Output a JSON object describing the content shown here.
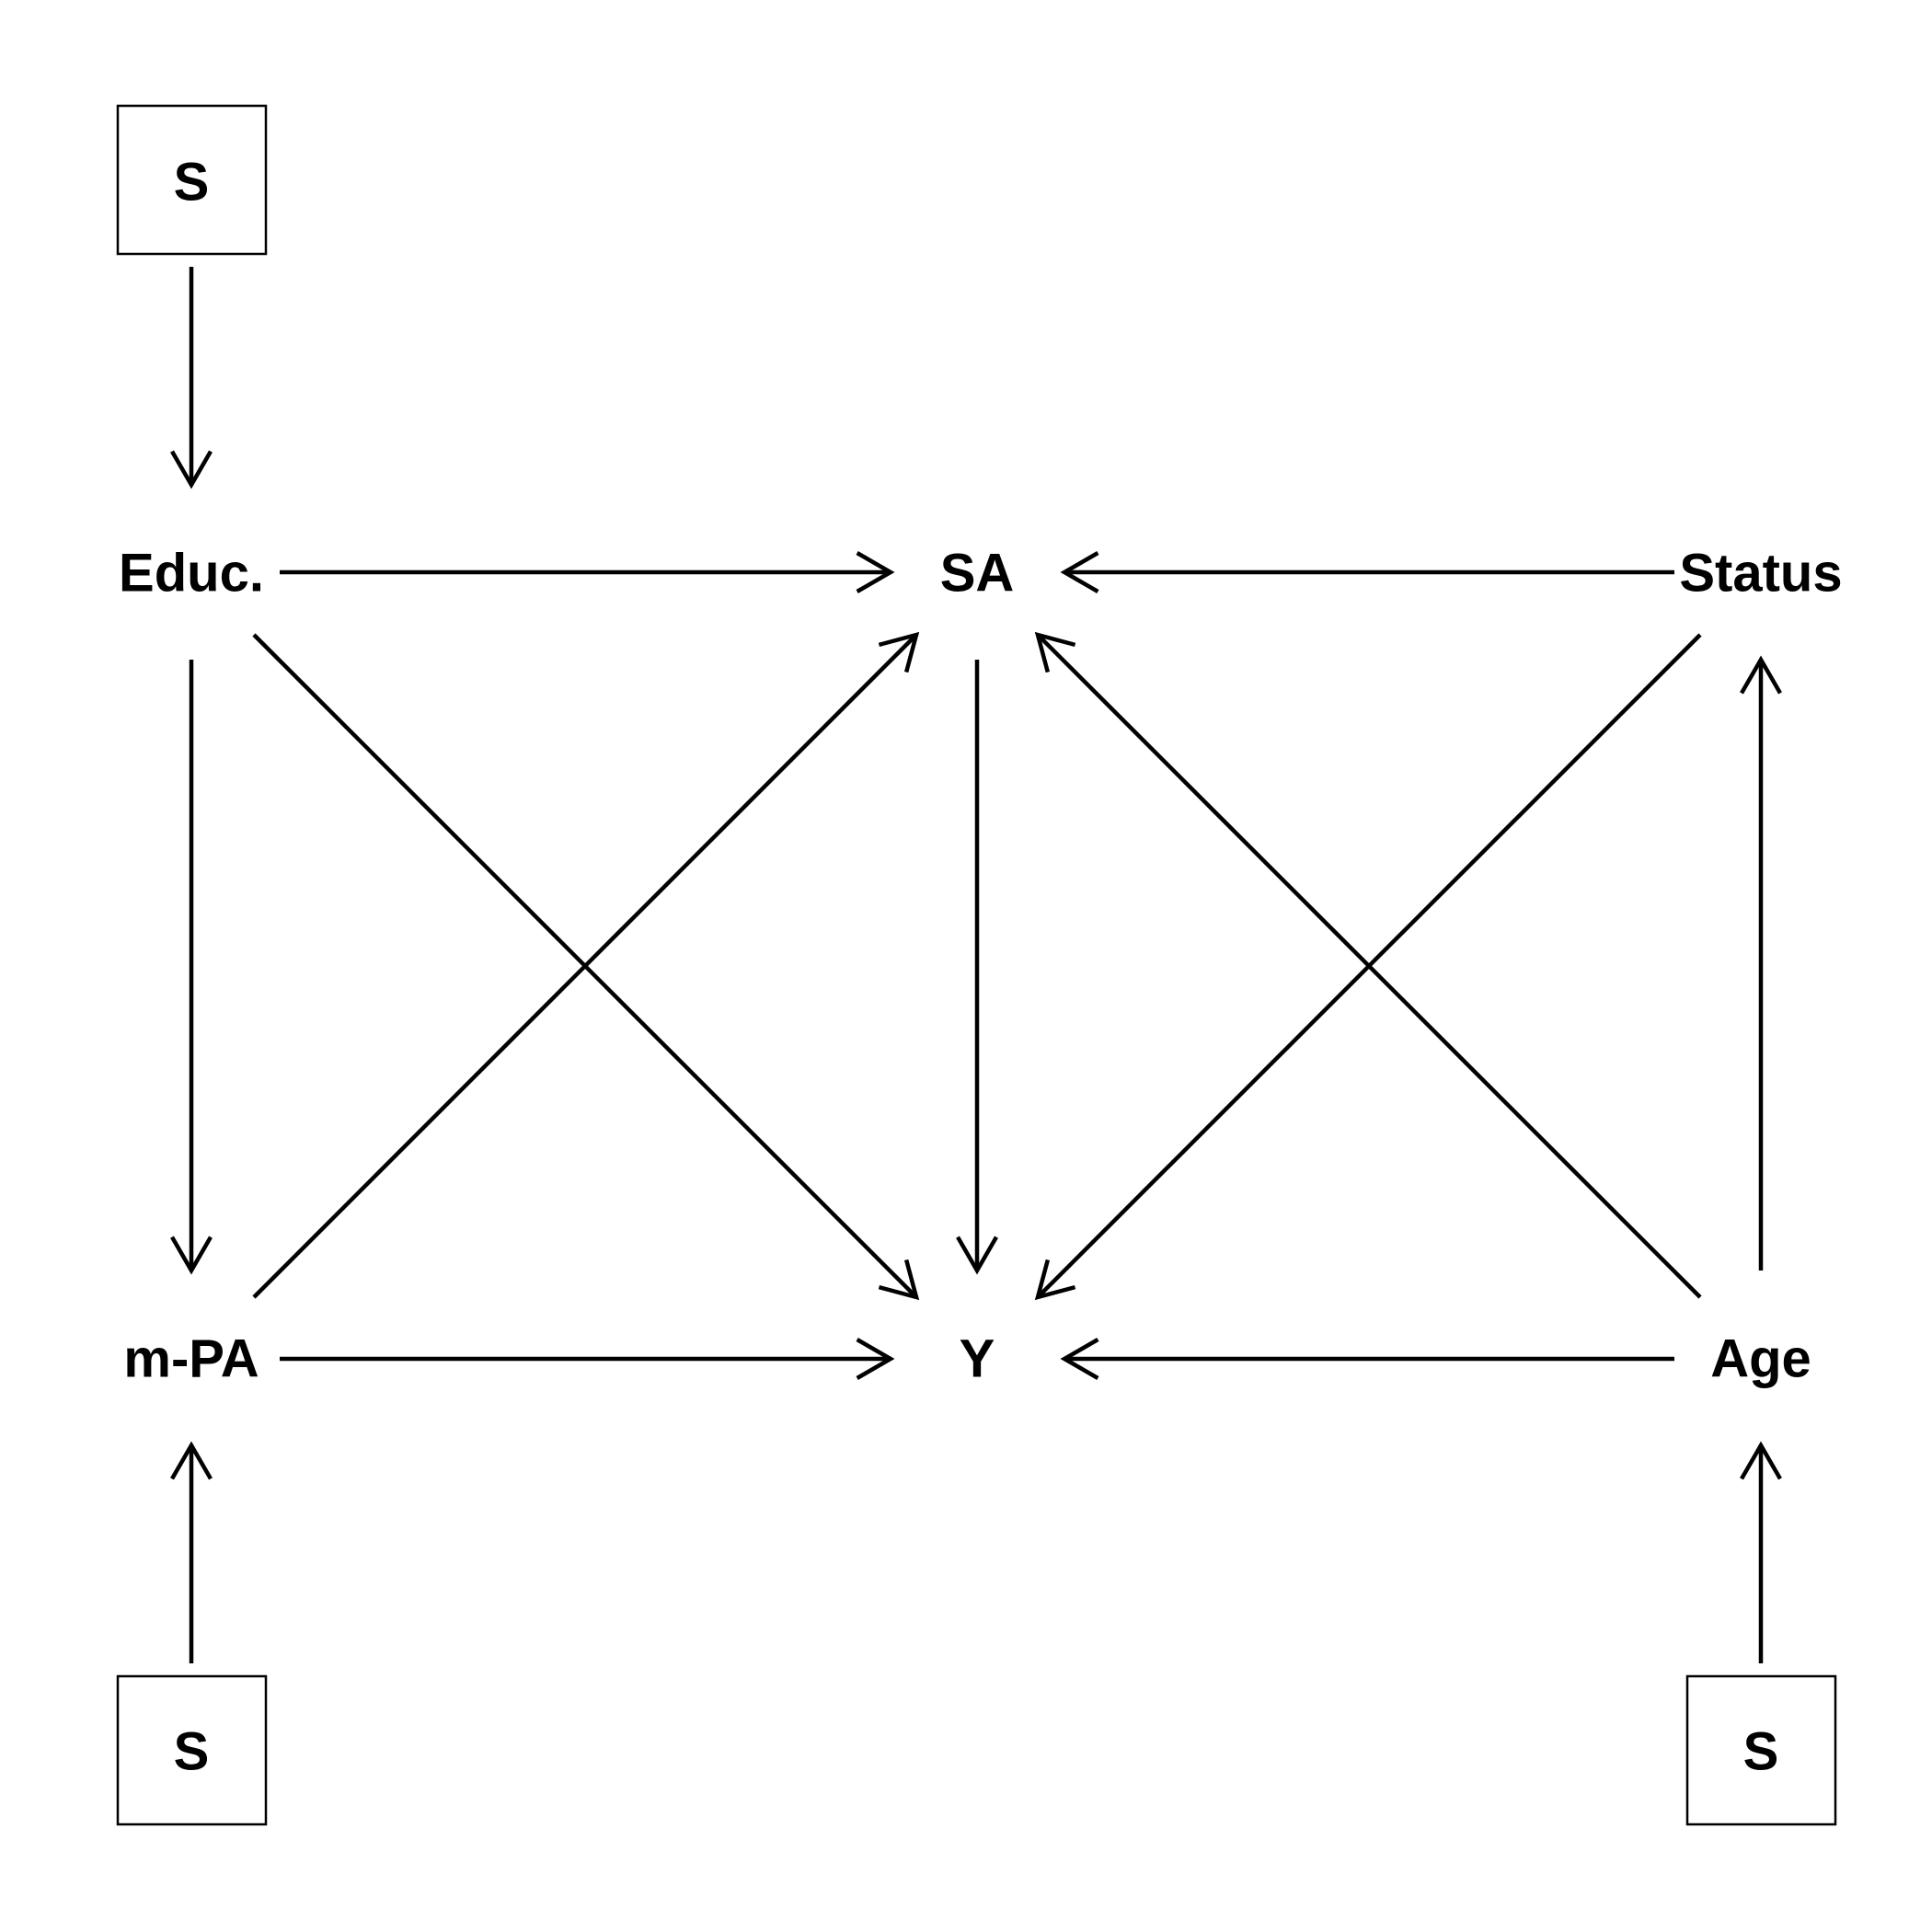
{
  "nodes": {
    "s_top": {
      "label": "S",
      "boxed": true
    },
    "educ": {
      "label": "Educ."
    },
    "sa": {
      "label": "SA"
    },
    "status": {
      "label": "Status"
    },
    "mpa": {
      "label": "m-PA"
    },
    "y": {
      "label": "Y"
    },
    "age": {
      "label": "Age"
    },
    "s_bottom_left": {
      "label": "S",
      "boxed": true
    },
    "s_bottom_right": {
      "label": "S",
      "boxed": true
    }
  },
  "edges": [
    {
      "from": "s_top",
      "to": "educ"
    },
    {
      "from": "educ",
      "to": "sa"
    },
    {
      "from": "status",
      "to": "sa"
    },
    {
      "from": "educ",
      "to": "mpa"
    },
    {
      "from": "educ",
      "to": "y"
    },
    {
      "from": "mpa",
      "to": "sa"
    },
    {
      "from": "sa",
      "to": "y"
    },
    {
      "from": "status",
      "to": "y"
    },
    {
      "from": "age",
      "to": "sa"
    },
    {
      "from": "age",
      "to": "status"
    },
    {
      "from": "mpa",
      "to": "y"
    },
    {
      "from": "age",
      "to": "y"
    },
    {
      "from": "s_bottom_left",
      "to": "mpa"
    },
    {
      "from": "s_bottom_right",
      "to": "age"
    }
  ]
}
